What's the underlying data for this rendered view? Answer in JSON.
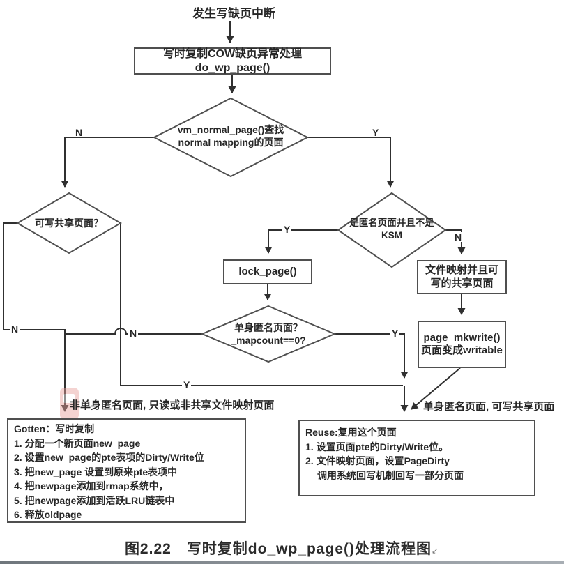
{
  "nodes": {
    "start_label": "发生写缺页中断",
    "box_cow": {
      "line1": "写时复制COW缺页异常处理",
      "line2": "do_wp_page()"
    },
    "d_vm_normal": {
      "line1": "vm_normal_page()查找",
      "line2": "normal mapping的页面"
    },
    "d_writable_shared": {
      "line1": "可写共享页面？"
    },
    "d_anon_ksm": {
      "line1": "是匿名页面并且不是",
      "line2": "KSM"
    },
    "box_lock": {
      "line1": "lock_page()"
    },
    "d_single_anon": {
      "line1": "单身匿名页面？",
      "line2": "_mapcount==0?"
    },
    "box_file": {
      "line1": "文件映射并且可",
      "line2": "写的共享页面"
    },
    "box_mkwrite": {
      "line1": "page_mkwrite()",
      "line2": "页面变成writable"
    },
    "box_gotten": {
      "title": "Gotten：写时复制",
      "items": [
        "1. 分配一个新页面new_page",
        "2. 设置new_page的pte表项的Dirty/Write位",
        "3. 把new_page 设置到原来pte表项中",
        "4. 把newpage添加到rmap系统中，",
        "5. 把newpage添加到活跃LRU链表中",
        "6. 释放oldpage"
      ]
    },
    "box_reuse": {
      "title": "Reuse:复用这个页面",
      "items": [
        "1. 设置页面pte的Dirty/Write位。",
        "2. 文件映射页面，设置PageDirty"
      ],
      "item2_cont": "调用系统回写机制回写一部分页面"
    }
  },
  "edge_labels": {
    "d1_n": "N",
    "d1_y": "Y",
    "d2_n": "N",
    "d2_y": "Y",
    "d3_n": "N",
    "d3_y": "Y",
    "d4_n": "N",
    "d4_y": "Y"
  },
  "annotations": {
    "gotten_input": "非单身匿名页面, 只读或非共享文件映射页面",
    "reuse_input": "单身匿名页面, 可写共享页面"
  },
  "caption": {
    "text": "图2.22　写时复制do_wp_page()处理流程图",
    "mark": "↙"
  },
  "colors": {
    "connector": "#303030",
    "shape_border": "#4f4f4f",
    "watermark_pink": "#e89f9a",
    "bottom_bar_left": "#6f767c",
    "bottom_bar_right": "#a8aeb4"
  }
}
